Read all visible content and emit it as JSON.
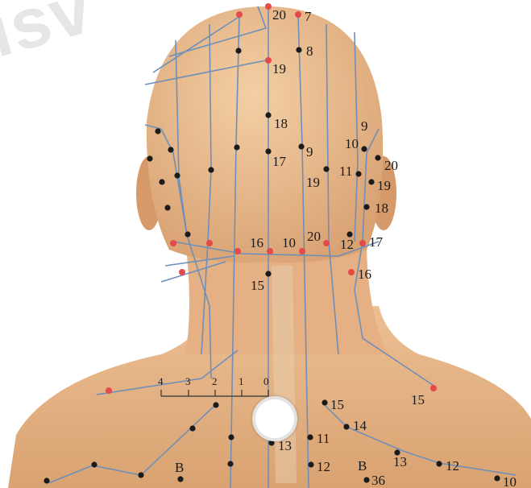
{
  "watermark": "isv",
  "colors": {
    "skin": "#e9b98c",
    "skin_shadow": "#d39a6a",
    "meridian": "#6f8fb8",
    "point": "#1b1b1b",
    "special_point": "#e44a4a"
  },
  "labels": {
    "top_20": "20",
    "top_7": "7",
    "l8": "8",
    "l19_head": "19",
    "l18_head": "18",
    "l9_mid": "9",
    "l17_head": "17",
    "l19_mid": "19",
    "r9": "9",
    "r10": "10",
    "r11": "11",
    "r20": "20",
    "r19": "19",
    "r18": "18",
    "neck_16": "16",
    "neck_10": "10",
    "neck_20": "20",
    "neck_12": "12",
    "neck_17": "17",
    "neck_15": "15",
    "neck_r16": "16",
    "scale_4": "4",
    "scale_3": "3",
    "scale_2": "2",
    "scale_1": "1",
    "scale_0": "0",
    "back_15": "15",
    "back_r15": "15",
    "back_14": "14",
    "back_13": "13",
    "back_11": "11",
    "back_12": "12",
    "back_B_left": "B",
    "back_B_right": "B",
    "back_r13": "13",
    "back_r12": "12",
    "back_36": "36",
    "back_10": "10"
  },
  "overlay": {
    "control": "white-circle-button"
  }
}
